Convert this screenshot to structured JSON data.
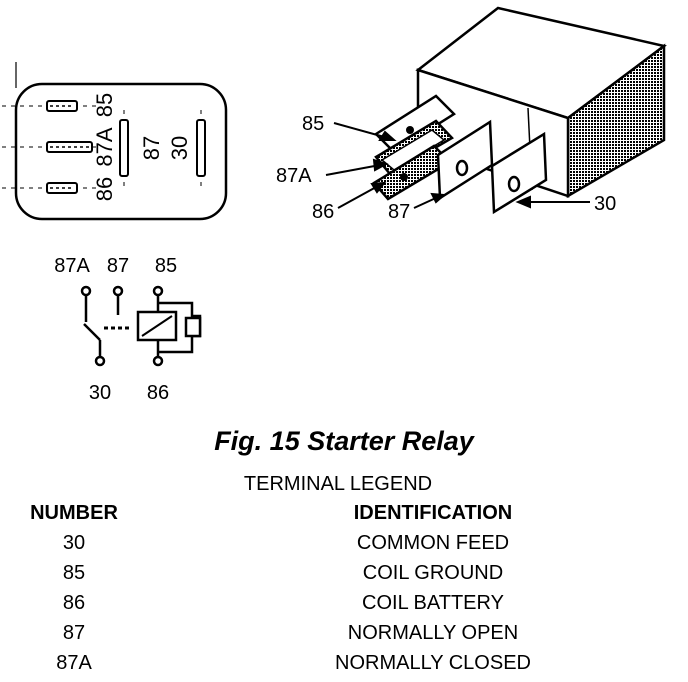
{
  "top_view": {
    "labels": [
      "85",
      "87A",
      "86",
      "87",
      "30"
    ]
  },
  "relay_callouts": [
    "85",
    "87A",
    "86",
    "87",
    "30"
  ],
  "schematic": {
    "top_labels": [
      "87A",
      "87",
      "85"
    ],
    "bottom_labels": [
      "30",
      "86"
    ]
  },
  "caption": "Fig. 15 Starter Relay",
  "legend": {
    "title": "TERMINAL LEGEND",
    "header_number": "NUMBER",
    "header_identification": "IDENTIFICATION",
    "rows": [
      {
        "number": "30",
        "identification": "COMMON FEED"
      },
      {
        "number": "85",
        "identification": "COIL GROUND"
      },
      {
        "number": "86",
        "identification": "COIL BATTERY"
      },
      {
        "number": "87",
        "identification": "NORMALLY OPEN"
      },
      {
        "number": "87A",
        "identification": "NORMALLY CLOSED"
      }
    ]
  }
}
